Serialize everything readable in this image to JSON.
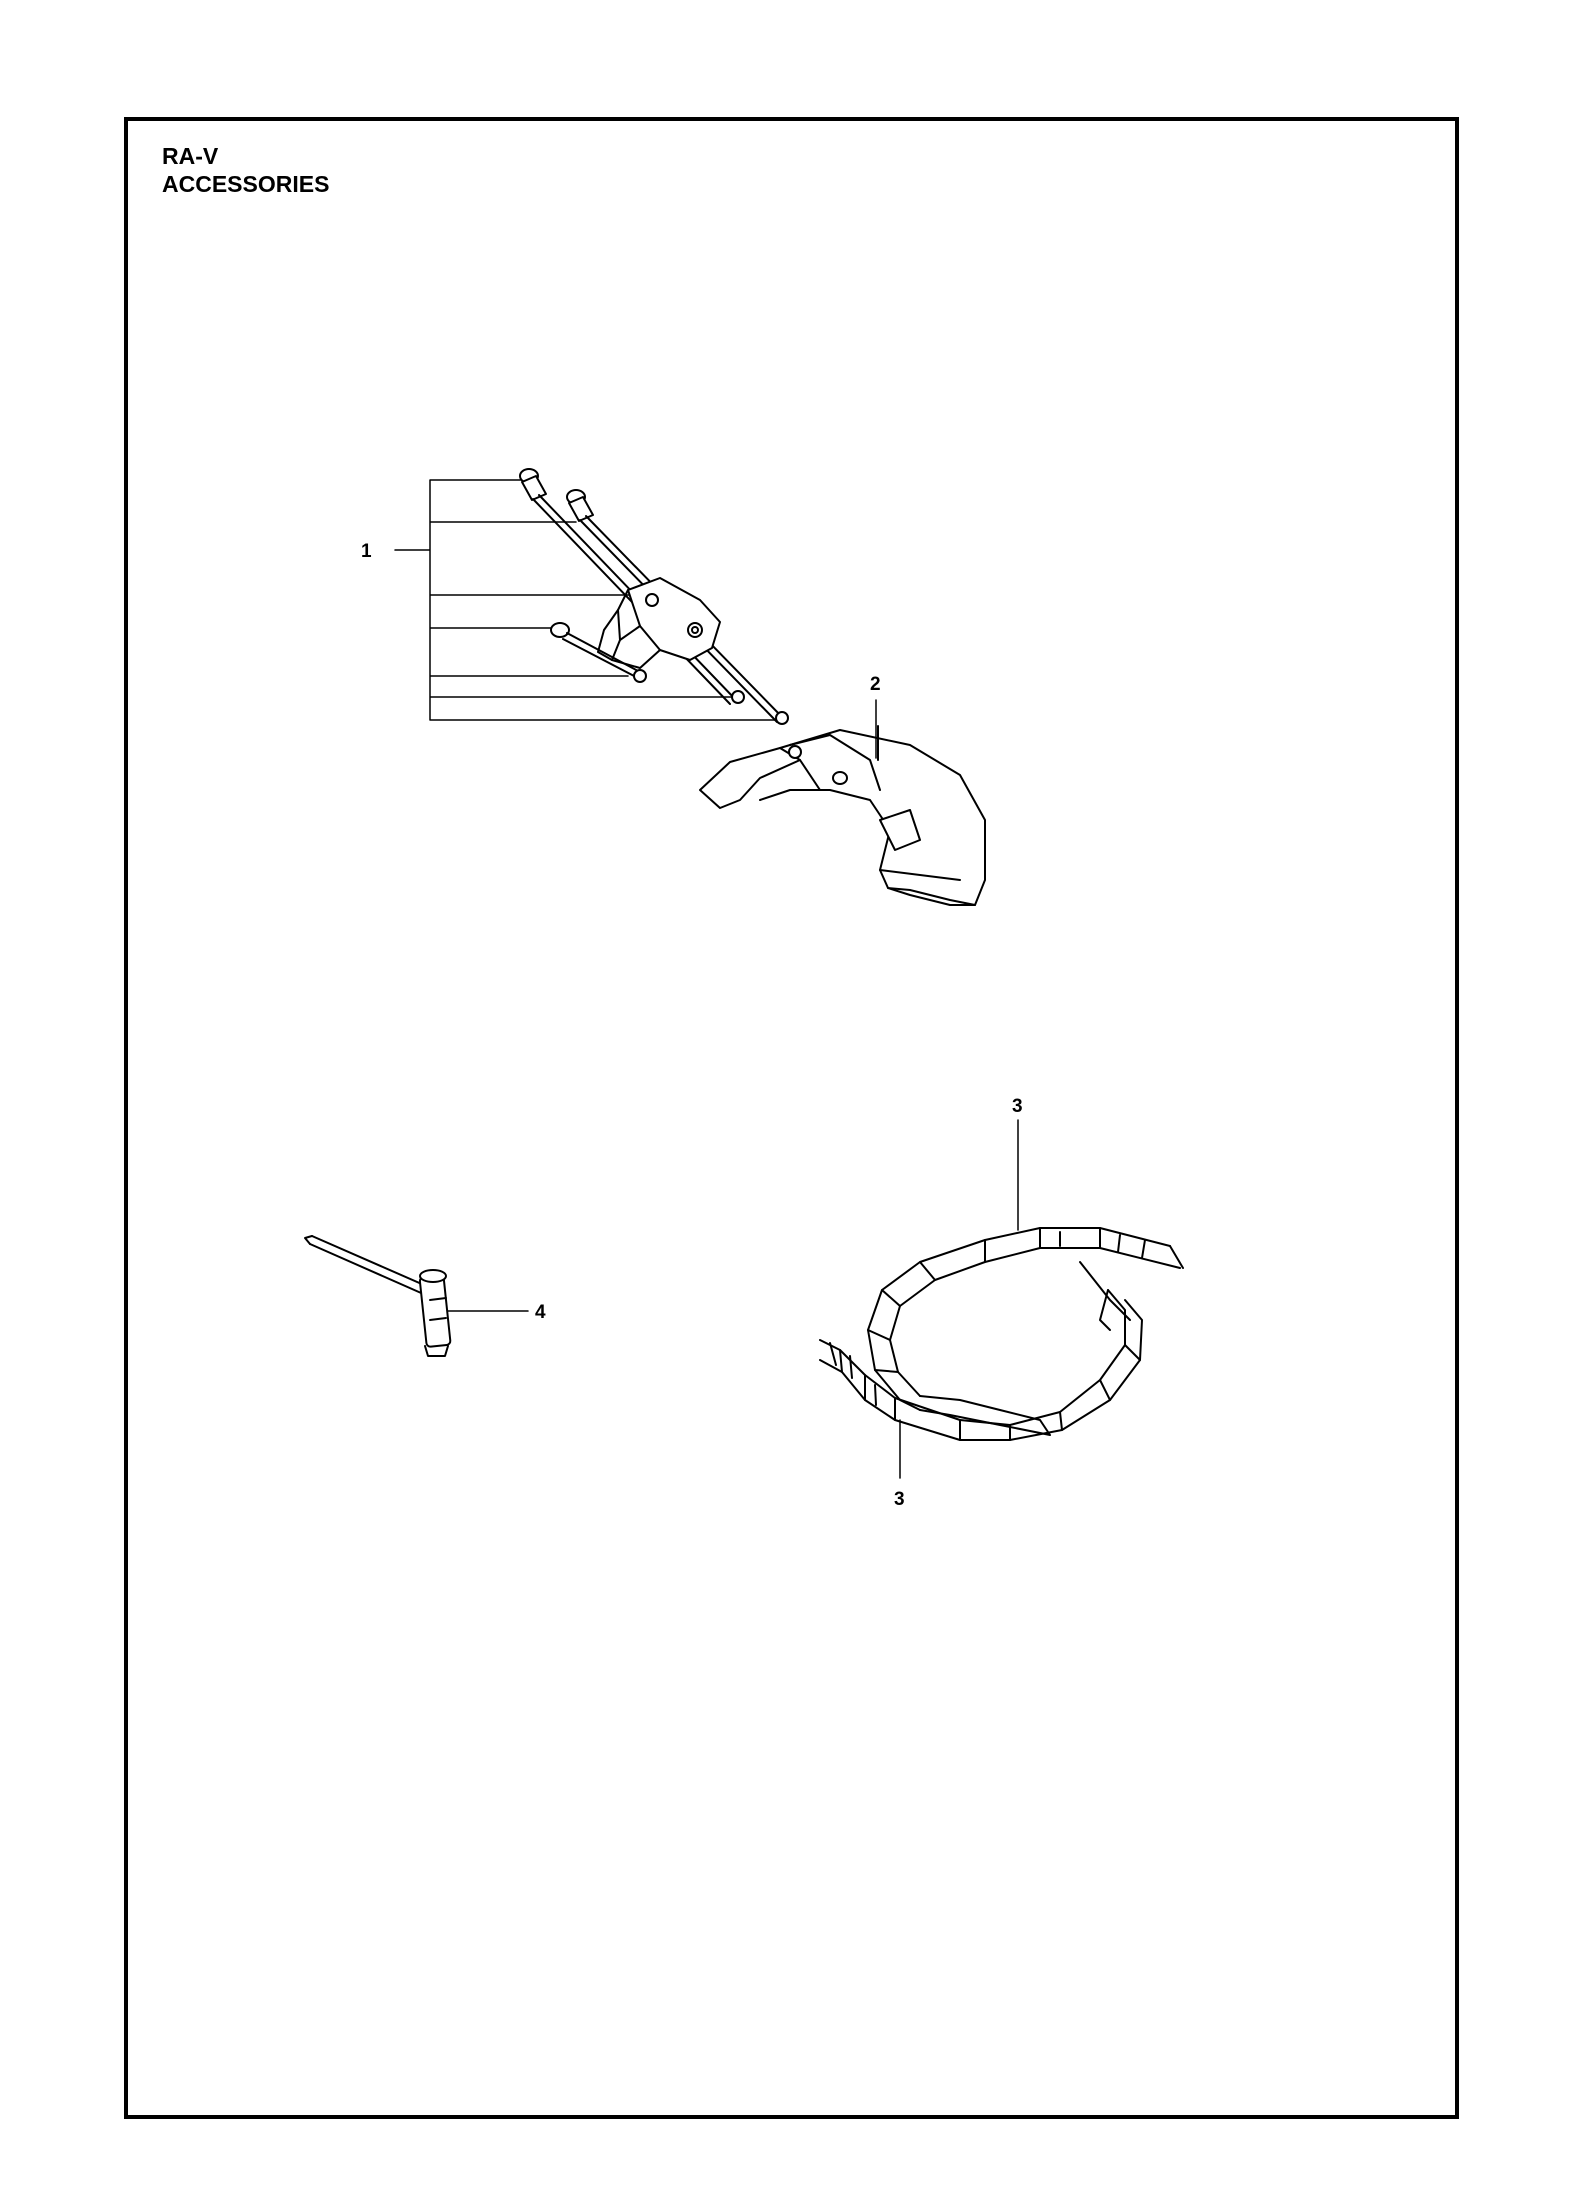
{
  "header": {
    "model": "RA-V",
    "section": "ACCESSORIES"
  },
  "callouts": [
    "1",
    "2",
    "3",
    "3",
    "4"
  ]
}
